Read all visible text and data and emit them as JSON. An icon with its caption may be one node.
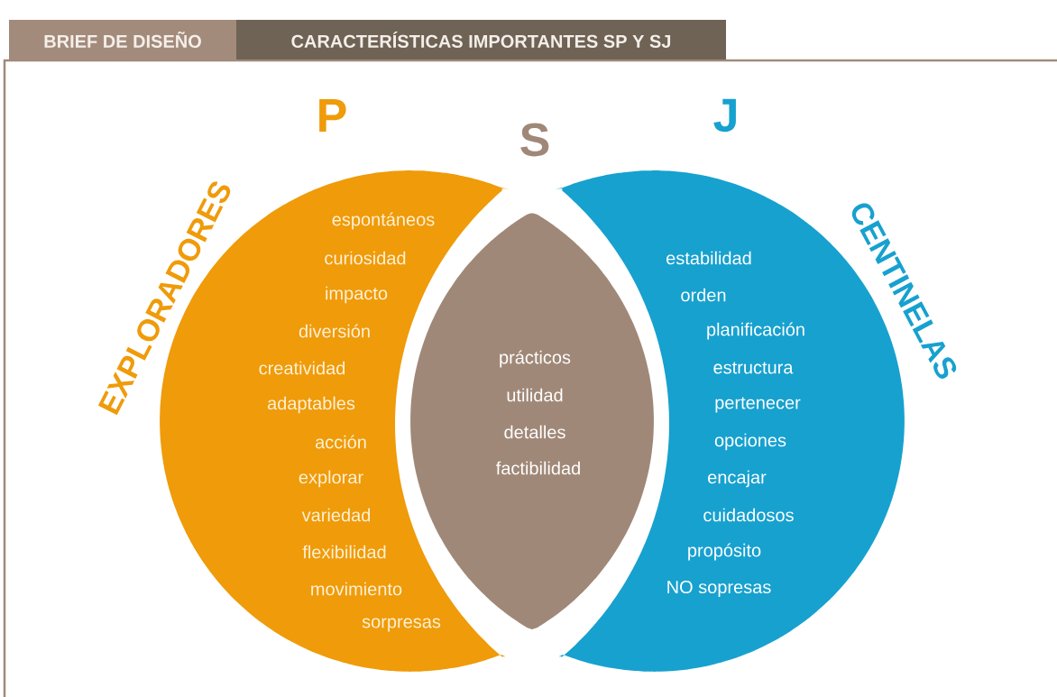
{
  "diagram": {
    "nodes": [
      {
        "text": [
          "BRIEF DE DISEÑO"
        ]
      },
      {
        "text": [
          "CARACTERÍSTICAS IMPORTANTES SP Y SJ"
        ]
      },
      {
        "text": [
          "espontáneos",
          "curiosidad",
          "impacto",
          "diversión",
          "creatividad",
          "adaptables",
          "acción",
          "explorar",
          "variedad",
          "flexibilidad",
          "movimiento",
          "sorpresas"
        ],
        "beside": [
          "P",
          "EXPLORADORES"
        ]
      },
      {
        "text": [
          "prácticos",
          "utilidad",
          "detalles",
          "factibilidad"
        ]
      },
      {
        "text": [
          "estabilidad",
          "orden",
          "planificación",
          "estructura",
          "pertenecer",
          "opciones",
          "encajar",
          "cuidadosos",
          "propósito",
          "NO sopresas"
        ],
        "beside": [
          "J",
          "CENTINELAS"
        ]
      }
    ],
    "labels": [
      "S"
    ]
  }
}
